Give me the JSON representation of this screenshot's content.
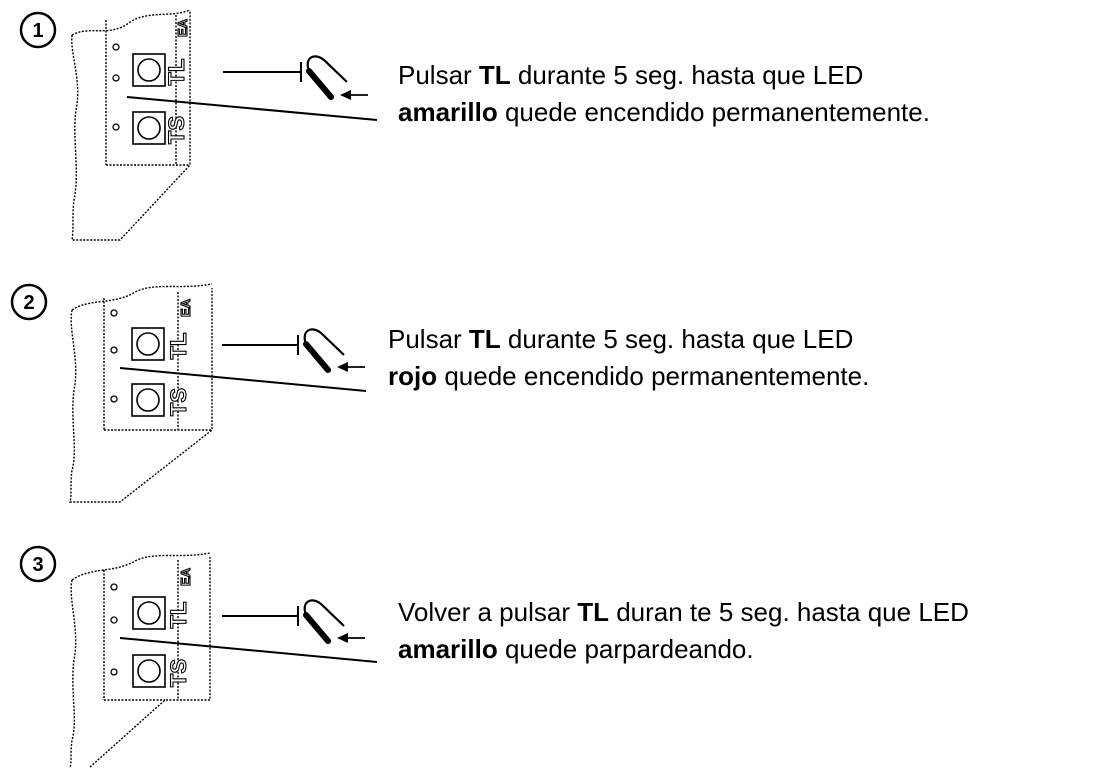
{
  "steps": [
    {
      "number": "1",
      "labels": {
        "top": "TL",
        "bottom": "TS",
        "corner": "EA"
      },
      "line1": {
        "pre": "Pulsar ",
        "bold": "TL",
        "post": " durante 5 seg. hasta que LED"
      },
      "line2": {
        "bold": "amarillo",
        "post": " quede encendido permanentemente."
      }
    },
    {
      "number": "2",
      "labels": {
        "top": "TL",
        "bottom": "TS",
        "corner": "EA"
      },
      "line1": {
        "pre": "Pulsar ",
        "bold": "TL",
        "post": " durante 5 seg. hasta que LED"
      },
      "line2": {
        "bold": "rojo",
        "post": " quede encendido permanentemente."
      }
    },
    {
      "number": "3",
      "labels": {
        "top": "TL",
        "bottom": "TS",
        "corner": "EA"
      },
      "line1": {
        "pre": "Volver a pulsar ",
        "bold": "TL",
        "post": " duran te 5 seg. hasta que LED"
      },
      "line2": {
        "bold": "amarillo",
        "post": " quede parpardeando."
      }
    }
  ]
}
